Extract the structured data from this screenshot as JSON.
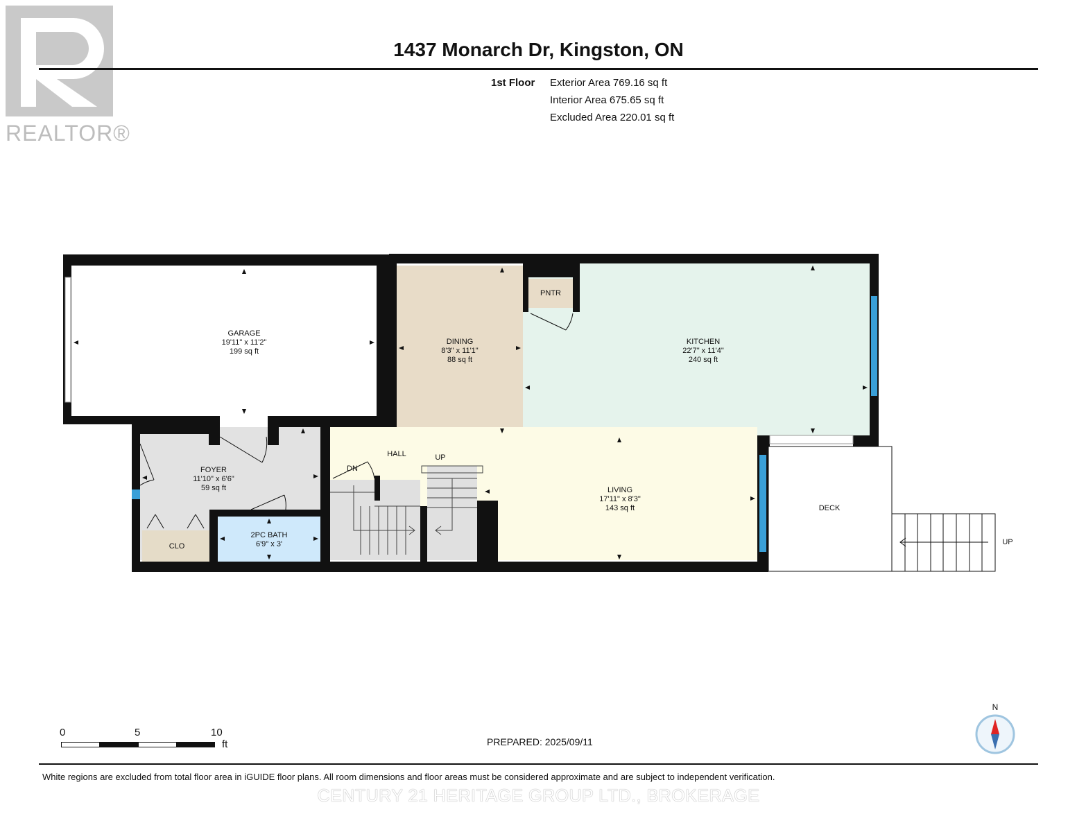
{
  "logo": {
    "text": "REALTOR®"
  },
  "header": {
    "title": "1437 Monarch Dr, Kingston, ON",
    "floor": "1st Floor",
    "areas": [
      "Exterior Area 769.16 sq ft",
      "Interior Area 675.65 sq ft",
      "Excluded Area 220.01 sq ft"
    ]
  },
  "rooms": {
    "garage": {
      "name": "GARAGE",
      "dims": "19'11\" x 11'2\"",
      "area": "199 sq ft"
    },
    "dining": {
      "name": "DINING",
      "dims": "8'3\" x 11'1\"",
      "area": "88 sq ft"
    },
    "kitchen": {
      "name": "KITCHEN",
      "dims": "22'7\" x 11'4\"",
      "area": "240 sq ft"
    },
    "pantry": {
      "name": "PNTR"
    },
    "foyer": {
      "name": "FOYER",
      "dims": "11'10\" x 6'6\"",
      "area": "59 sq ft"
    },
    "hall": {
      "name": "HALL"
    },
    "living": {
      "name": "LIVING",
      "dims": "17'11\" x 8'3\"",
      "area": "143 sq ft"
    },
    "bath": {
      "name": "2PC BATH",
      "dims": "6'9\" x 3'"
    },
    "closet": {
      "name": "CLO"
    },
    "deck": {
      "name": "DECK"
    }
  },
  "stairs": {
    "down": "DN",
    "up": "UP",
    "deck_up": "UP"
  },
  "colors": {
    "garage": "#ffffff",
    "dining": "#e8dcc8",
    "kitchen": "#e5f3ec",
    "hall_living": "#fdfbe6",
    "foyer": "#e2e2e2",
    "bath": "#cfe9fb",
    "closet": "#e5dcc8",
    "window": "#3aa0d8",
    "wall": "#111111"
  },
  "scale": {
    "labels": [
      "0",
      "5",
      "10"
    ],
    "unit": "ft"
  },
  "compass": {
    "label": "N"
  },
  "footer": {
    "prepared": "PREPARED: 2025/09/11",
    "disclaimer": "White regions are excluded from total floor area in iGUIDE floor plans. All room dimensions and floor areas must be considered approximate and are subject to independent verification.",
    "watermark": "CENTURY 21 HERITAGE GROUP LTD., BROKERAGE"
  }
}
